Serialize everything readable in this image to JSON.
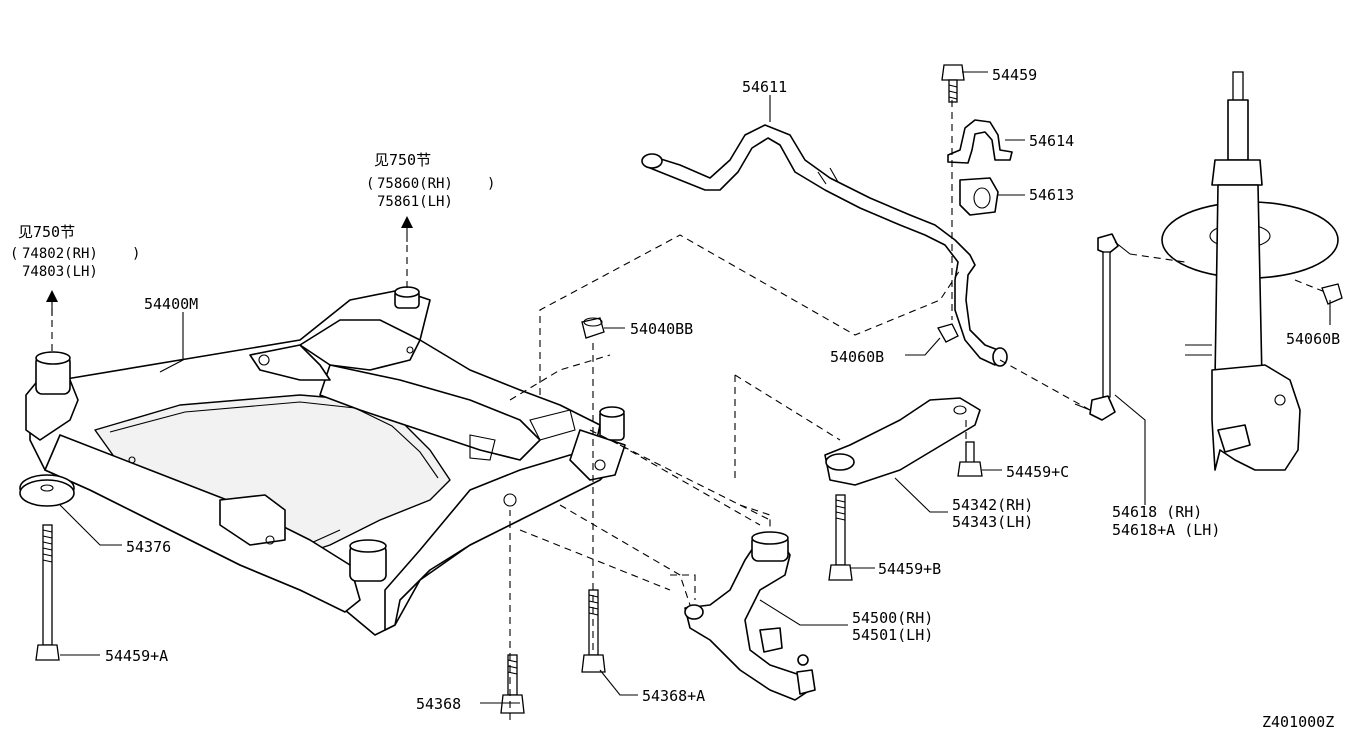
{
  "diagram_id": "Z401000Z",
  "references": {
    "ref_left": {
      "note": "见750节",
      "lines": [
        "74802(RH)",
        "74803(LH)"
      ]
    },
    "ref_center": {
      "note": "见750节",
      "lines": [
        "75860(RH)",
        "75861(LH)"
      ]
    }
  },
  "parts": {
    "p54400M": "54400M",
    "p54376": "54376",
    "p54459A": "54459+A",
    "p54368": "54368",
    "p54368A": "54368+A",
    "p54040BB": "54040BB",
    "p54611": "54611",
    "p54459": "54459",
    "p54614": "54614",
    "p54613": "54613",
    "p54060B_center": "54060B",
    "p54060B_right": "54060B",
    "p54459C": "54459+C",
    "p54342": [
      "54342(RH)",
      "54343(LH)"
    ],
    "p54459B": "54459+B",
    "p54500": [
      "54500(RH)",
      "54501(LH)"
    ],
    "p54618": [
      "54618 (RH)",
      "54618+A (LH)"
    ]
  }
}
